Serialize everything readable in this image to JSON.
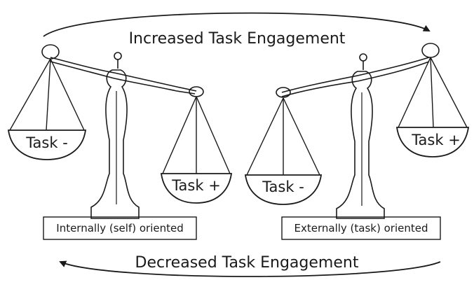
{
  "top_caption": "Increased Task Engagement",
  "bottom_caption": "Decreased Task Engagement",
  "left_scale": {
    "high_pan_label": "Task -",
    "low_pan_label": "Task +",
    "base_label": "Internally (self) oriented"
  },
  "right_scale": {
    "low_pan_label": "Task -",
    "high_pan_label": "Task +",
    "base_label": "Externally (task) oriented"
  },
  "colors": {
    "ink": "#1a1a1a",
    "background": "#ffffff"
  }
}
